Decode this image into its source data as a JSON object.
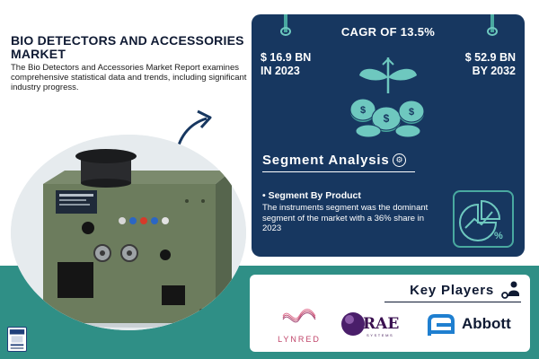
{
  "header": {
    "title": "BIO DETECTORS AND ACCESSORIES MARKET",
    "description": "The Bio Detectors and Accessories Market Report examines comprehensive statistical  data and trends, including significant industry progress."
  },
  "growth": {
    "cagr": "CAGR OF 13.5%",
    "start_value": "$ 16.9 BN",
    "start_year": "IN 2023",
    "end_value": "$ 52.9 BN",
    "end_year": "BY 2032"
  },
  "segment": {
    "heading": "Segment Analysis",
    "sub_heading": "• Segment By Product",
    "text": "The  instruments segment was the dominant segment of the market with a 36% share in 2023",
    "chart_percent_label": "%"
  },
  "key_players": {
    "heading": "Key Players",
    "companies": [
      "LYNRED",
      "RAE",
      "Abbott"
    ],
    "rae_sub": "SYSTEMS"
  },
  "colors": {
    "board": "#173760",
    "accent_teal": "#2f8f86",
    "title": "#0f1a33"
  },
  "icons": [
    "arrow-icon",
    "coin-stack-icon",
    "plant-sprout-icon",
    "segment-gear-icon",
    "pie-chart-icon",
    "key-person-icon"
  ]
}
